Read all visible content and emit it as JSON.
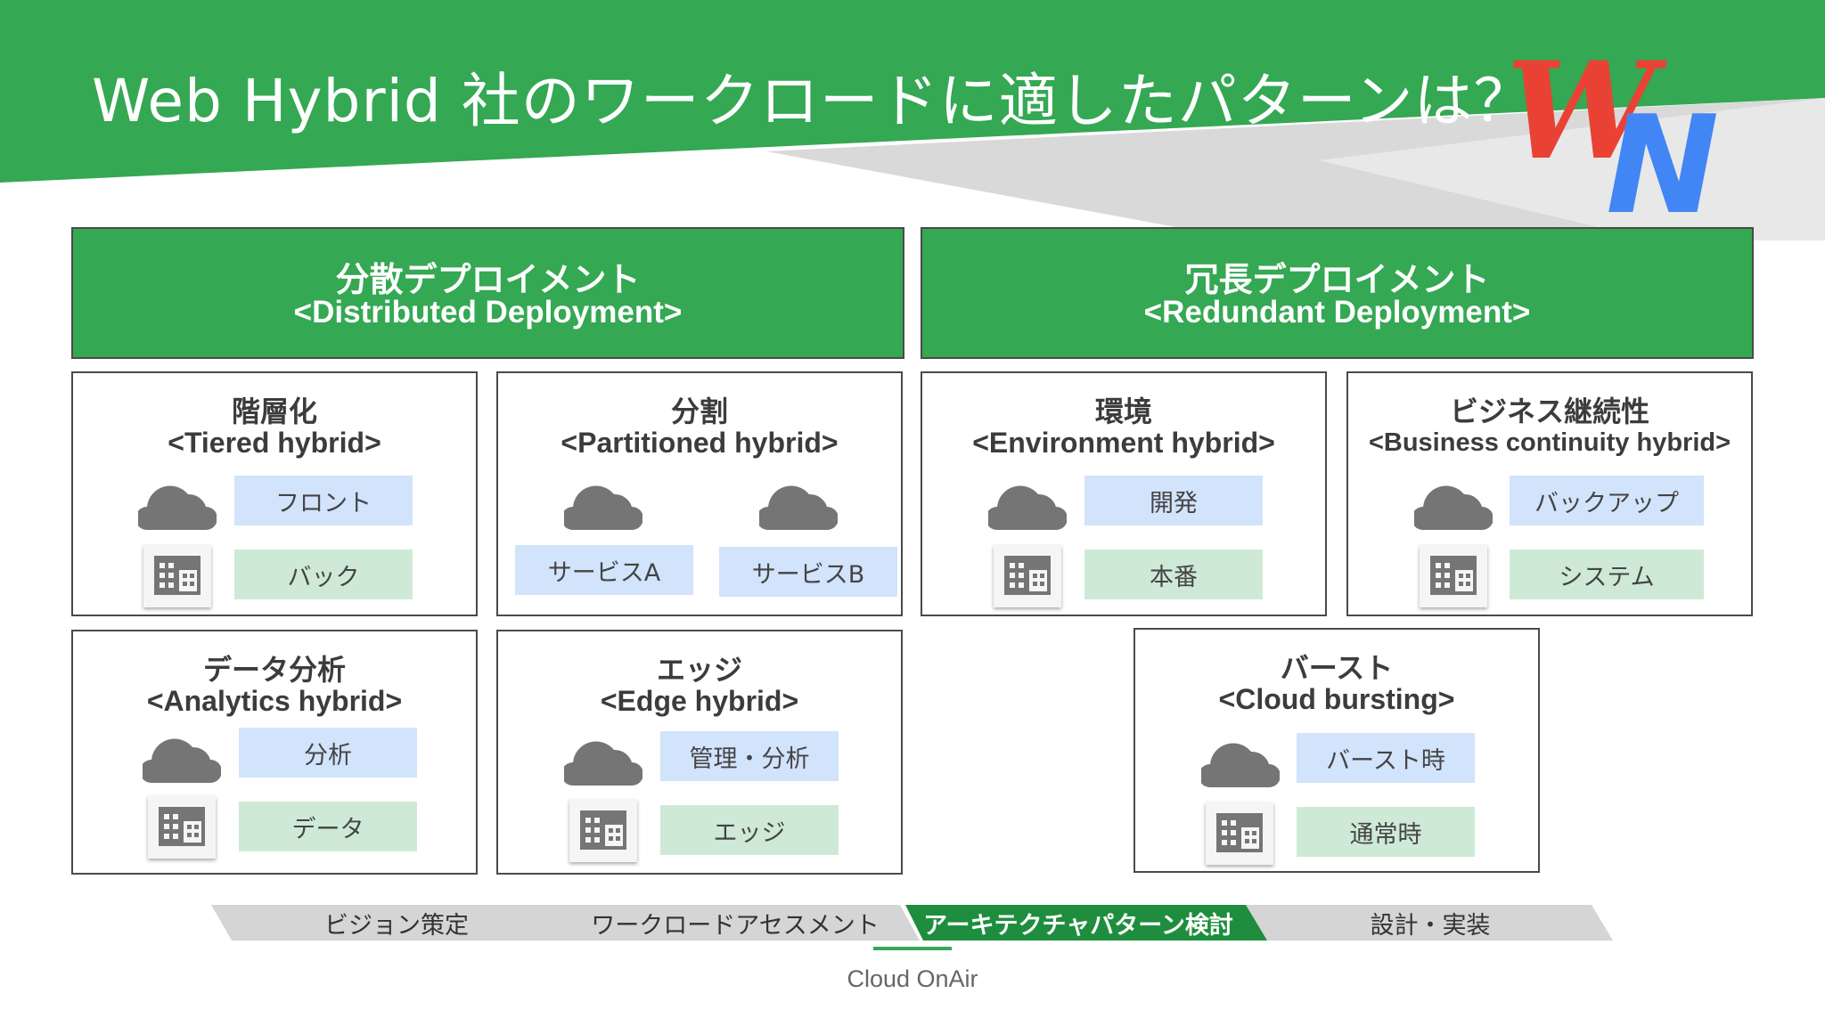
{
  "title": "Web Hybrid 社のワークロードに適したパターンは？",
  "logo": {
    "letter1": "W",
    "letter2": "N"
  },
  "sections": {
    "distributed": {
      "label_ja": "分散デプロイメント",
      "label_en": "<Distributed Deployment>"
    },
    "redundant": {
      "label_ja": "冗長デプロイメント",
      "label_en": "<Redundant Deployment>"
    }
  },
  "cards": {
    "tiered": {
      "title_ja": "階層化",
      "title_en": "<Tiered hybrid>",
      "cloud_label": "フロント",
      "onprem_label": "バック"
    },
    "partitioned": {
      "title_ja": "分割",
      "title_en": "<Partitioned hybrid>",
      "service_a": "サービスA",
      "service_b": "サービスB"
    },
    "environment": {
      "title_ja": "環境",
      "title_en": "<Environment hybrid>",
      "cloud_label": "開発",
      "onprem_label": "本番"
    },
    "business": {
      "title_ja": "ビジネス継続性",
      "title_en": "<Business continuity hybrid>",
      "cloud_label": "バックアップ",
      "onprem_label": "システム"
    },
    "analytics": {
      "title_ja": "データ分析",
      "title_en": "<Analytics hybrid>",
      "cloud_label": "分析",
      "onprem_label": "データ"
    },
    "edge": {
      "title_ja": "エッジ",
      "title_en": "<Edge hybrid>",
      "cloud_label": "管理・分析",
      "onprem_label": "エッジ"
    },
    "bursting": {
      "title_ja": "バースト",
      "title_en": "<Cloud bursting>",
      "cloud_label": "バースト時",
      "onprem_label": "通常時"
    }
  },
  "steps": [
    "ビジョン策定",
    "ワークロードアセスメント",
    "アーキテクチャパターン検討",
    "設計・実装"
  ],
  "active_step": 2,
  "footer": "Cloud OnAir",
  "icons": {
    "cloud": "cloud-icon",
    "building": "building-icon"
  },
  "colors": {
    "header_green": "#34a853",
    "cloud_box": "#d2e3fc",
    "onprem_box": "#ceead6",
    "cloud_icon": "#757575",
    "step_gray": "#d5d5d5",
    "logo_red": "#e94235",
    "logo_blue": "#4285f4"
  }
}
